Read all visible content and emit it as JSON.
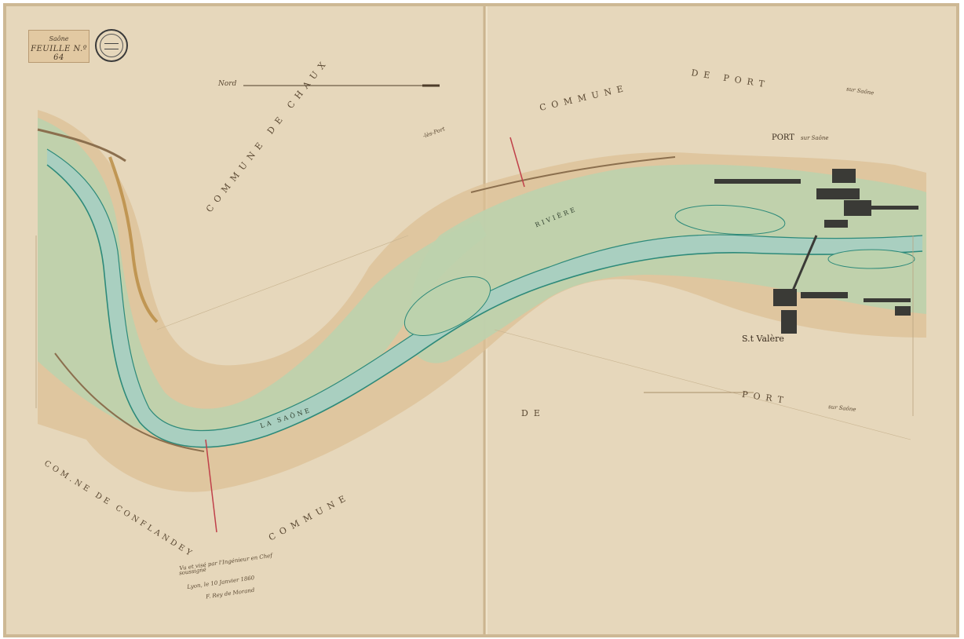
{
  "sheet": {
    "river_name": "Saône",
    "sheet_label": "FEUILLE N.º 64"
  },
  "labels": {
    "north": "Nord",
    "commune_port_top": "DE   PORT",
    "commune_port_top_suffix": "sur Saône",
    "commune_top": "COMMUNE",
    "commune_chaux": "COMMUNE  DE  CHAUX",
    "commune_chaux_suffix": "-lès-Port",
    "port_town": "PORT",
    "port_town_suffix": "sur Saône",
    "st_valere": "S.t Valère",
    "la_saone": "LA SAÔNE",
    "riviere": "RIVIÈRE",
    "commune_conflandey": "COM.ne de CONFLANDEY",
    "commune_bottom": "COMMUNE",
    "commune_de_bottom": "DE",
    "commune_port_bottom": "PORT",
    "commune_port_bottom_suffix": "sur Saône",
    "signature_line1": "Vu et visé par l'Ingénieur en Chef",
    "signature_line2": "soussigné",
    "signature_line3": "Lyon, le 10 Janvier 1860",
    "signature_line4": "F. Rey de Morand"
  },
  "colors": {
    "paper": "#e6d7bb",
    "paper_dark": "#d8c5a2",
    "land_tint": "#dcc095",
    "meadow": "#bcd2ad",
    "water": "#a9cfc0",
    "river_line": "#2d8a7a",
    "road": "#8b6f4e",
    "red_line": "#c0404a",
    "town": "#3a3a36"
  }
}
